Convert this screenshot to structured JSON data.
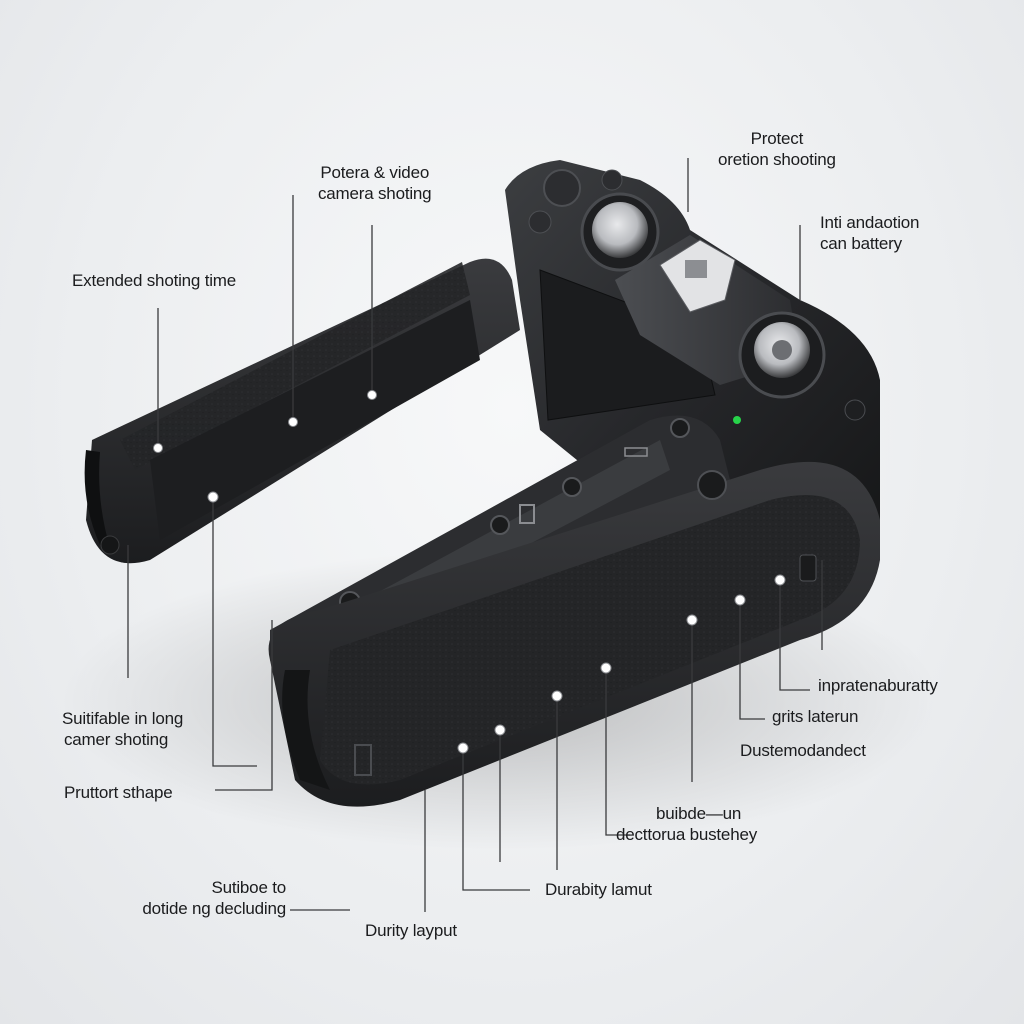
{
  "labels": {
    "extended_time": "Extended shoting time",
    "camera_shooting": [
      "Potera & video",
      "camera shoting"
    ],
    "protect": [
      "Protect",
      "oretion shooting"
    ],
    "battery": [
      "Inti andaotion",
      "can battery"
    ],
    "long_shooting": [
      "Suitifable in long",
      "camer shoting"
    ],
    "shape": "Pruttort sthape",
    "decluding": [
      "Sutiboe to",
      "dotide ng decluding"
    ],
    "durity": "Durity layput",
    "durability": "Durabity lamut",
    "bubble": [
      "buibde—un",
      "decttorua bustehey"
    ],
    "dustproof": "Dustemodandect",
    "grite": "grits laterun",
    "inprate": "inpratenaburatty"
  },
  "colors": {
    "body": "#2a2b2d",
    "body_dark": "#1a1b1c",
    "highlight": "#4a4c50",
    "leader": "#3a3b3d",
    "led": "#27d34a"
  }
}
